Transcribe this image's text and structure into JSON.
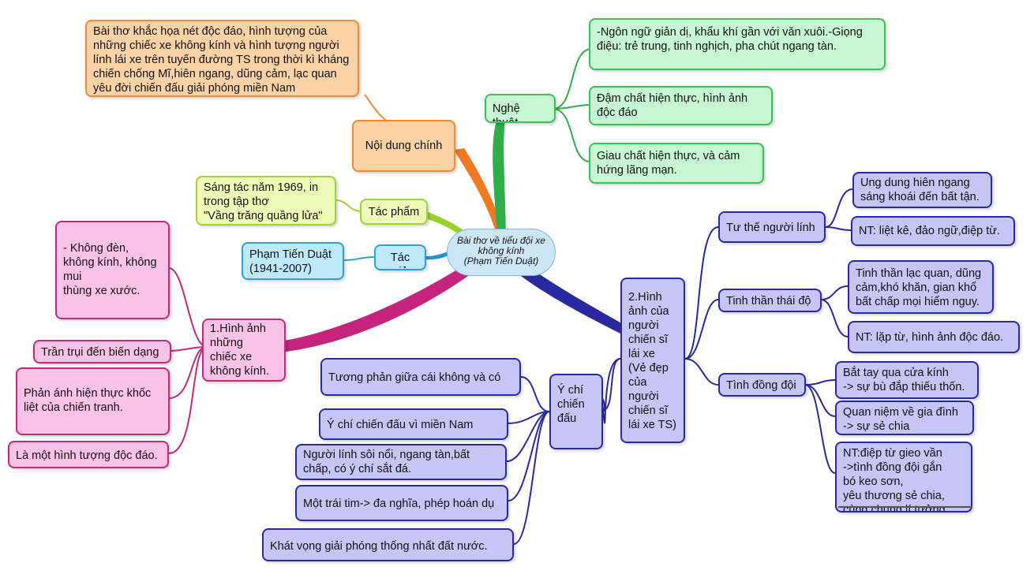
{
  "center": {
    "label": "Bài thơ về tiểu đội xe\nkhông kính\n(Phạm Tiến Duật)"
  },
  "orange": {
    "main": "Nội dung chính",
    "detail": "Bài thơ khắc họa nét độc đáo, hình tượng của những chiếc xe không kính và hình tượng người lính lái xe trên tuyến đường TS trong thời kì kháng chiến chống Mĩ,hiên ngang, dũng cảm, lạc quan yêu đời chiến đấu giải phóng miền Nam"
  },
  "green": {
    "main": "Nghệ thuật",
    "items": [
      "-Ngôn ngữ giản dị, khẩu khí gần với văn xuôi.-Giọng điệu: trẻ trung, tinh nghịch, pha chút ngang tàn.",
      "Đậm chất hiện thực, hình ảnh\nđộc đáo",
      "Giau chất hiện thực, và cảm\nhứng lãng mạn."
    ]
  },
  "lime": {
    "main": "Tác phẩm",
    "detail": "Sáng tác năm 1969, in\ntrong tập thơ\n\"Vầng trăng quầng lửa\""
  },
  "cyan": {
    "main": "Tác giả",
    "detail": "Phạm Tiến Duật\n(1941-2007)"
  },
  "pink": {
    "main": "1.Hình ảnh\nnhững\nchiếc xe\nkhông kính.",
    "items": [
      "- Không đèn,\nkhông kính, không\nmui\nthùng xe xước.",
      "Trần trụi đến biến dạng",
      "Phản ánh hiện thực khốc\nliệt của chiến tranh.",
      "Là một hình tượng độc đáo."
    ]
  },
  "blue": {
    "main": "2.Hình\nảnh của\nngười\nchiến sĩ\nlái xe\n(Vẻ đẹp\ncủa\nngười\nchiến sĩ\nlái xe TS)",
    "sub1": {
      "label": "Tư thế người lính",
      "items": [
        "Ung dung hiên ngang\nsáng khoái đến bất tận.",
        "NT: liệt kê, đảo ngữ,điệp từ."
      ]
    },
    "sub2": {
      "label": "Tinh thần thái độ",
      "items": [
        "Tinh thần lạc quan, dũng\ncảm,khó khăn, gian khổ\nbất chấp mọi hiểm nguy.",
        "NT: lặp từ, hình ảnh độc đáo."
      ]
    },
    "sub3": {
      "label": "Tình đồng đội",
      "items": [
        "Bắt tay qua cửa kính\n-> sự bù đắp thiếu thốn.",
        "Quan niệm về gia đình\n-> sự sẻ chia",
        "NT:điệp từ gieo vần\n->tình đồng đội gắn\nbó keo sơn,\nyêu thương sẻ chia,\ncùng chung lí tưởng"
      ]
    },
    "sub4": {
      "label": "Ý chí\nchiến\nđấu",
      "items": [
        "Tương phản giữa cái không và có",
        "Ý chí chiến đấu vì miền Nam",
        "Người lính sôi nổi, ngang tàn,bất\nchấp, có ý chí sắt đá.",
        "Một trái tim-> đa nghĩa, phép hoán dụ",
        "Khát vọng giải phóng thống nhất đất nước."
      ]
    }
  }
}
